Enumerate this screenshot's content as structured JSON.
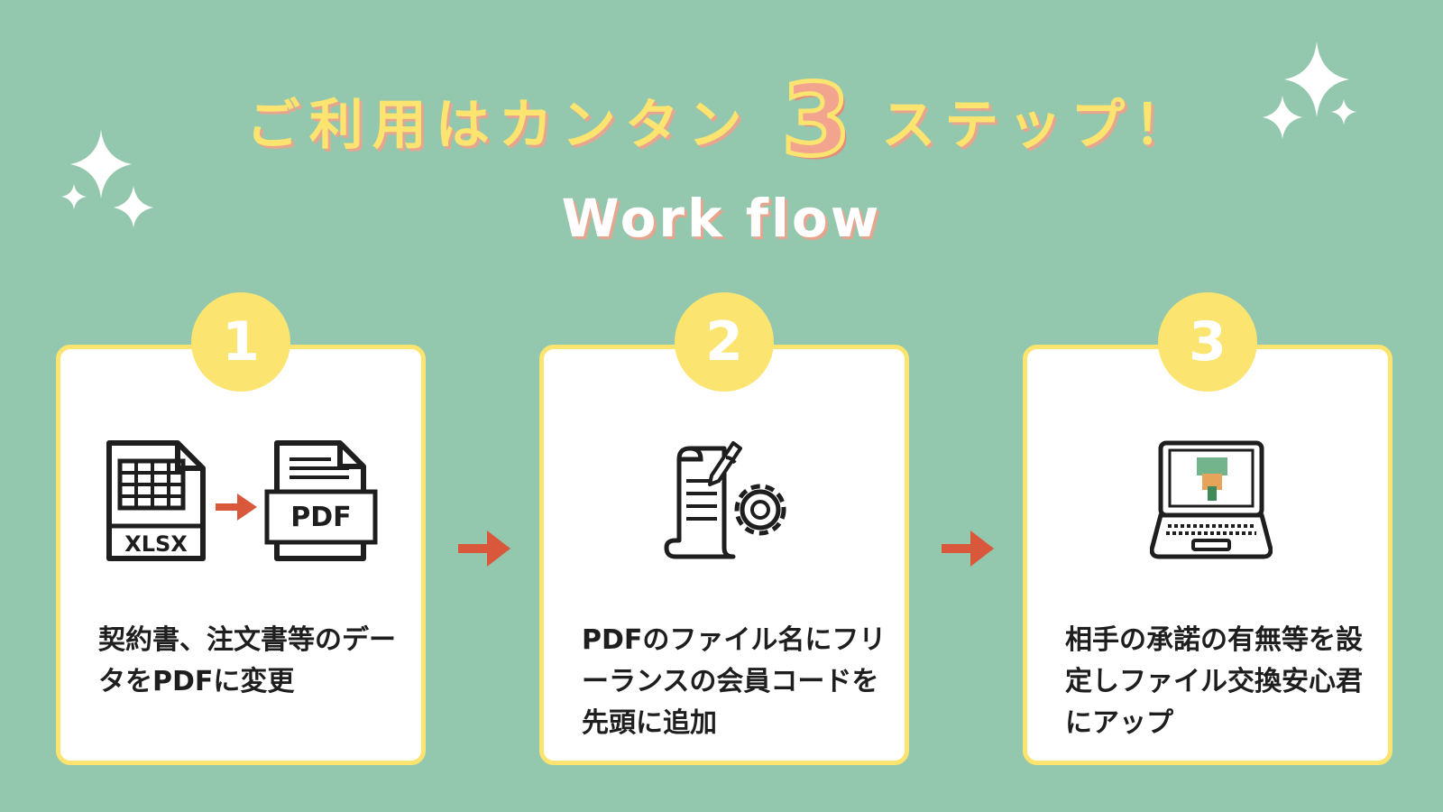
{
  "title": {
    "before": "ご利用はカンタン",
    "number": "3",
    "after": "ステップ！"
  },
  "subtitle": "Work flow",
  "steps": [
    {
      "number": "1",
      "text": "契約書、注文書等のデータをPDFに変更",
      "icon_left_label": "XLSX",
      "icon_right_label": "PDF"
    },
    {
      "number": "2",
      "text": "PDFのファイル名にフリーランスの会員コードを先頭に追加"
    },
    {
      "number": "3",
      "text": "相手の承諾の有無等を設定しファイル交換安心君にアップ"
    }
  ],
  "colors": {
    "background": "#94c8ae",
    "accent_yellow": "#fbe46f",
    "accent_salmon": "#f2a48e",
    "arrow_red": "#d9583c"
  },
  "icons": [
    "sparkle-icon",
    "xlsx-file-icon",
    "pdf-file-icon",
    "document-gear-icon",
    "laptop-icon",
    "arrow-right-icon"
  ]
}
